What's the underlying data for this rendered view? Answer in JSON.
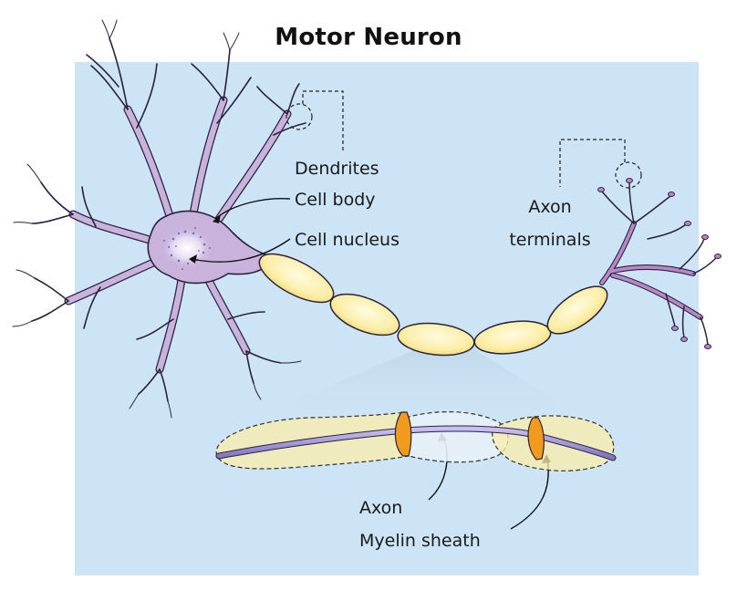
{
  "title": "Motor Neuron",
  "labels": {
    "dendrites": "Dendrites",
    "cell_body": "Cell body",
    "cell_nucleus": "Cell nucleus",
    "axon_terminals_line1": "Axon",
    "axon_terminals_line2": "terminals",
    "axon": "Axon",
    "myelin_sheath": "Myelin sheath"
  },
  "colors": {
    "background_panel": "#cde4f6",
    "neuron_purple": "#c9b3dd",
    "neuron_outline": "#2a2140",
    "myelin_yellow": "#fbf0b3",
    "node_orange": "#f29a1e",
    "axon_core": "#9a8fd0"
  }
}
